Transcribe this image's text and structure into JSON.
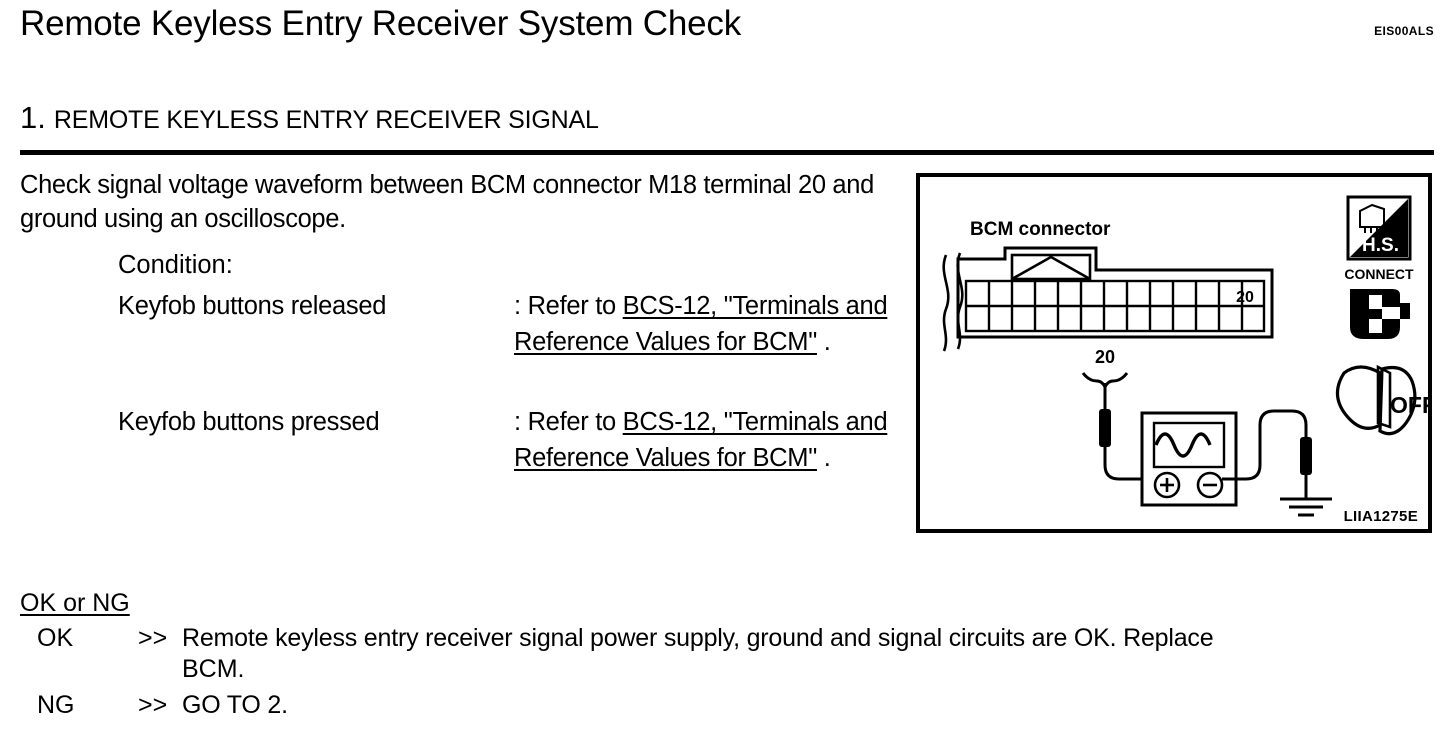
{
  "page": {
    "title": "Remote Keyless Entry Receiver System Check",
    "doc_code": "EIS00ALS"
  },
  "step": {
    "number": "1.",
    "label": "REMOTE KEYLESS ENTRY RECEIVER SIGNAL"
  },
  "body": {
    "instruction": "Check signal voltage waveform between BCM connector M18 terminal 20 and ground using an oscilloscope.",
    "condition_label": "Condition:",
    "conditions": [
      {
        "name": "Keyfob buttons released",
        "prefix": ": Refer to ",
        "link": "BCS-12, \"Terminals and Reference Values for BCM\"",
        "suffix": " ."
      },
      {
        "name": "Keyfob buttons pressed",
        "prefix": ": Refer to ",
        "link": "BCS-12, \"Terminals and Reference Values for BCM\"",
        "suffix": " ."
      }
    ]
  },
  "judgement": {
    "title": "OK or NG",
    "rows": [
      {
        "key": "OK",
        "arrow": ">>",
        "text": "Remote keyless entry receiver signal power supply, ground and signal circuits are OK. Replace",
        "continuation": "BCM."
      },
      {
        "key": "NG",
        "arrow": ">>",
        "text": "GO TO 2.",
        "continuation": ""
      }
    ]
  },
  "illustration": {
    "connector_label": "BCM connector",
    "pin_number_in_connector": "20",
    "pin_number_brace": "20",
    "meter_plus": "+",
    "meter_minus": "−",
    "badges": {
      "hs_label": "H.S.",
      "connect_label": "CONNECT",
      "ignition_label": "OFF"
    },
    "figure_code": "LIIA1275E"
  }
}
